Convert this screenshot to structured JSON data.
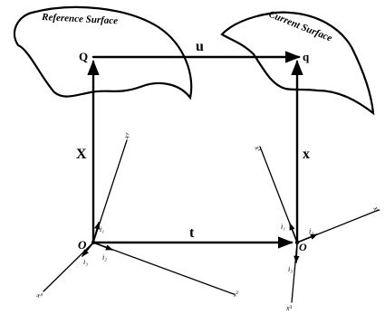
{
  "surfaces": {
    "reference_label": "Reference Surface",
    "current_label": "Current Surface"
  },
  "points": {
    "Q": "Q",
    "q": "q",
    "O_left": "O",
    "O_right": "O"
  },
  "vectors": {
    "u": "u",
    "X": "X",
    "x": "x",
    "t": "t"
  },
  "frame_labels": {
    "left_x1": "x¹",
    "left_x2": "x²",
    "left_x3": "x³",
    "left_i1": "i₁",
    "left_i2": "i₂",
    "left_i3": "i₃",
    "right_x1": "x¹",
    "right_x2": "x²",
    "right_x3": "x³",
    "right_i1": "i₁",
    "right_i2": "i₂",
    "right_i3": "i₃"
  }
}
